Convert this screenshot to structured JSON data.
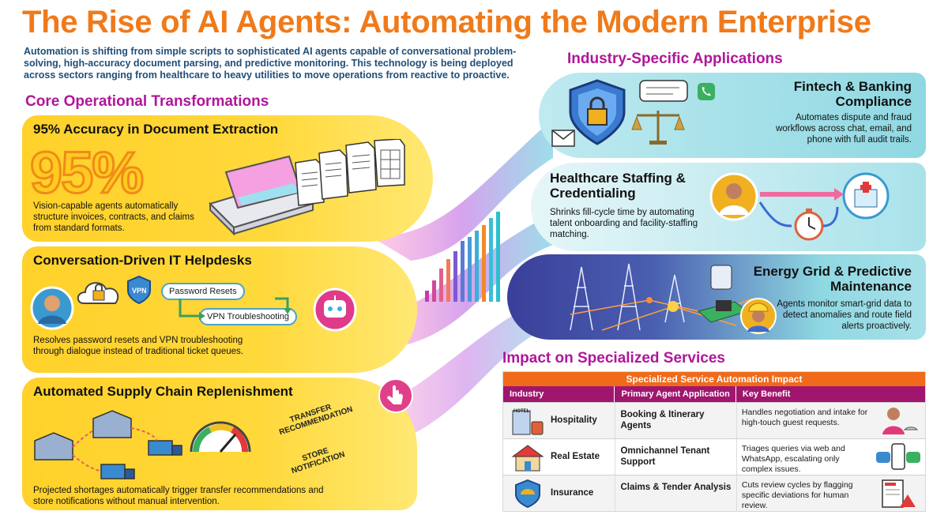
{
  "title": "The Rise of AI Agents: Automating the Modern Enterprise",
  "intro": "Automation is shifting from simple scripts to sophisticated AI agents capable of conversational problem-solving, high-accuracy document parsing, and predictive monitoring. This technology is being deployed across sectors ranging from healthcare to heavy utilities to move operations from reactive to proactive.",
  "core": {
    "heading": "Core Operational Transformations",
    "doc": {
      "title": "95% Accuracy in Document Extraction",
      "big": "95%",
      "desc": "Vision-capable agents automatically structure invoices, contracts, and claims from standard formats."
    },
    "it": {
      "title": "Conversation-Driven IT Helpdesks",
      "pill1": "Password Resets",
      "pill2": "VPN Troubleshooting",
      "vpn": "VPN",
      "desc": "Resolves password resets and VPN troubleshooting through dialogue instead of traditional ticket queues."
    },
    "sc": {
      "title": "Automated Supply Chain Replenishment",
      "stamp1": "TRANSFER RECOMMENDATION",
      "stamp2": "STORE NOTIFICATION",
      "desc": "Projected shortages automatically trigger transfer recommendations and store notifications without manual intervention."
    }
  },
  "industry": {
    "heading": "Industry-Specific Applications",
    "fin": {
      "title": "Fintech & Banking Compliance",
      "desc": "Automates dispute and fraud workflows across chat, email, and phone with full audit trails."
    },
    "health": {
      "title": "Healthcare Staffing & Credentialing",
      "desc": "Shrinks fill-cycle time by automating talent onboarding and facility-staffing matching."
    },
    "energy": {
      "title": "Energy Grid & Predictive Maintenance",
      "desc": "Agents monitor smart-grid data to detect anomalies and route field alerts proactively."
    }
  },
  "impact": {
    "heading": "Impact on Specialized Services",
    "caption": "Specialized Service Automation Impact",
    "columns": [
      "Industry",
      "Primary Agent Application",
      "Key Benefit"
    ],
    "rows": [
      {
        "industry": "Hospitality",
        "app": "Booking & Itinerary Agents",
        "benefit": "Handles negotiation and intake for high-touch guest requests."
      },
      {
        "industry": "Real Estate",
        "app": "Omnichannel Tenant Support",
        "benefit": "Triages queries via web and WhatsApp, escalating only complex issues."
      },
      {
        "industry": "Insurance",
        "app": "Claims & Tender Analysis",
        "benefit": "Cuts review cycles by flagging specific deviations for human review."
      }
    ],
    "hotel_sign": "HOTEL"
  }
}
